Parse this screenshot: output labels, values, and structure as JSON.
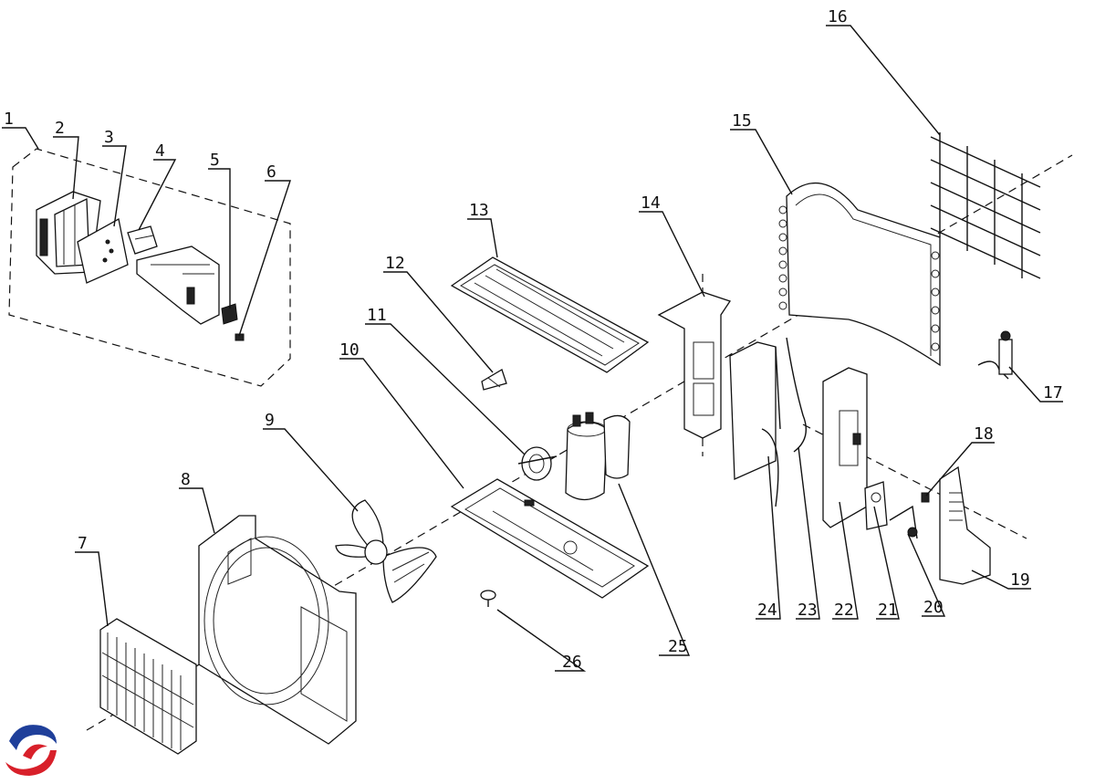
{
  "callouts": {
    "c1": "1",
    "c2": "2",
    "c3": "3",
    "c4": "4",
    "c5": "5",
    "c6": "6",
    "c7": "7",
    "c8": "8",
    "c9": "9",
    "c10": "10",
    "c11": "11",
    "c12": "12",
    "c13": "13",
    "c14": "14",
    "c15": "15",
    "c16": "16",
    "c17": "17",
    "c18": "18",
    "c19": "19",
    "c20": "20",
    "c21": "21",
    "c22": "22",
    "c23": "23",
    "c24": "24",
    "c25": "25",
    "c26": "26"
  },
  "logo": {
    "colors": {
      "blue": "#1f3f9a",
      "red": "#d8202a"
    }
  }
}
